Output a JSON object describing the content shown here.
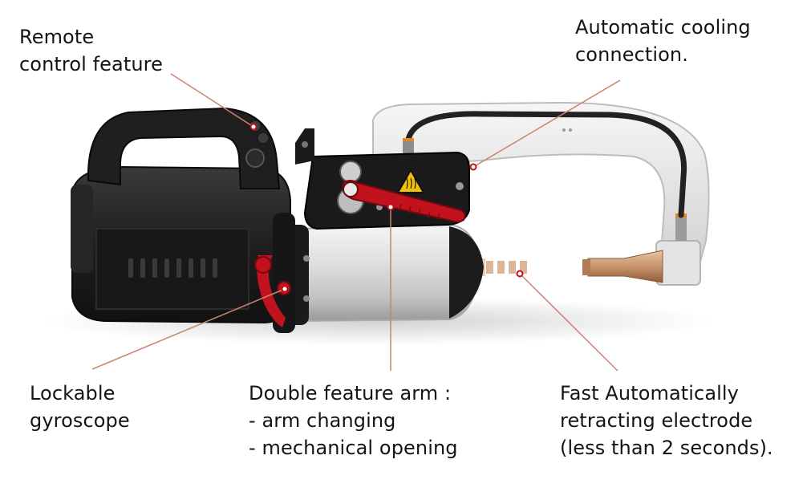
{
  "labels": {
    "remote_control": [
      "Remote",
      "control feature"
    ],
    "cooling": [
      "Automatic cooling",
      "connection."
    ],
    "gyroscope": [
      "Lockable",
      "gyroscope"
    ],
    "arm": [
      "Double feature arm :",
      "- arm changing",
      "- mechanical opening"
    ],
    "electrode": [
      "Fast Automatically",
      "retracting electrode",
      "(less than 2 seconds)."
    ]
  },
  "icons": {
    "device": "spot-welder-gun-illustration",
    "warning": "hot-surface-warning-icon"
  },
  "colors": {
    "leader_line": "#c9856d",
    "handle_red": "#c2121e",
    "body_dark": "#1e1e1e",
    "cylinder": "#d8d8d8",
    "electrode_copper": "#c8946a",
    "warning_yellow": "#f2c200"
  }
}
